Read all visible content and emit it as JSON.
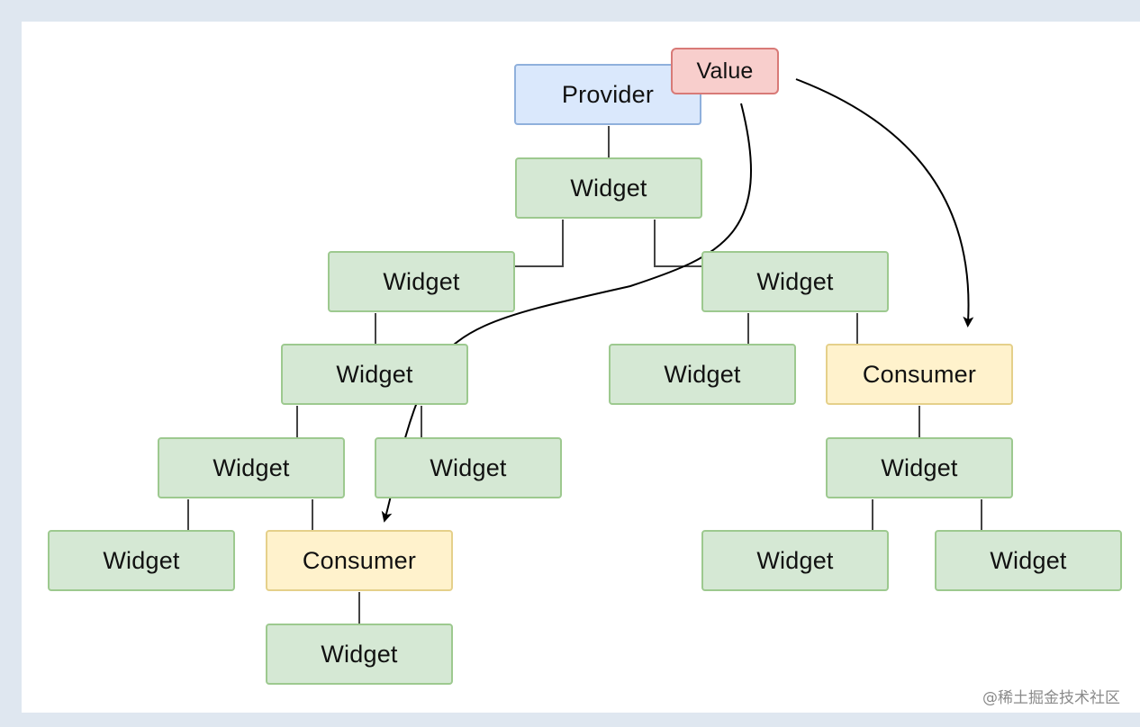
{
  "diagram": {
    "provider": "Provider",
    "value": "Value",
    "widget": "Widget",
    "consumer": "Consumer",
    "watermark": "@稀土掘金技术社区"
  },
  "colors": {
    "widget_fill": "#d5e8d4",
    "consumer_fill": "#fff2cc",
    "provider_fill": "#dae8fc",
    "value_fill": "#f8cecc"
  }
}
